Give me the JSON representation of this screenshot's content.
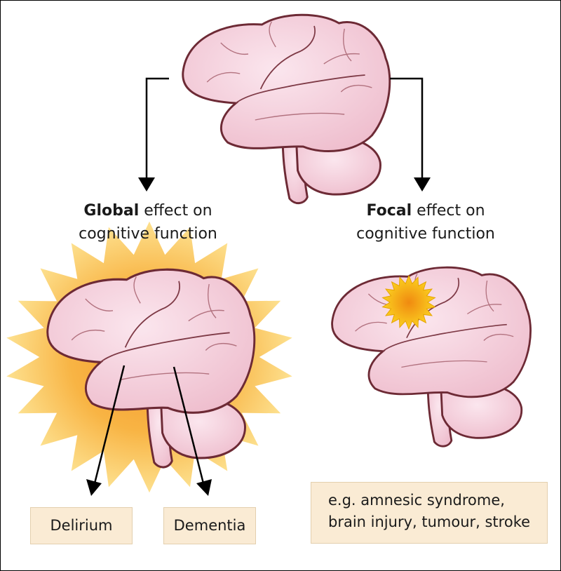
{
  "global": {
    "label_bold": "Global",
    "label_rest": " effect on",
    "label_line2": "cognitive function"
  },
  "focal": {
    "label_bold": "Focal",
    "label_rest": " effect on",
    "label_line2": "cognitive function"
  },
  "outcomes": {
    "delirium": "Delirium",
    "dementia": "Dementia"
  },
  "example": {
    "line1": "e.g. amnesic syndrome,",
    "line2": "brain injury, tumour, stroke"
  },
  "colors": {
    "brain_fill": "#f6d3df",
    "brain_outline": "#6d2a35",
    "burst_outer": "#fbd27a",
    "burst_inner": "#f7a23a",
    "box_fill": "#faebd4",
    "arrow": "#000000"
  },
  "icons": [
    "brain-illustration",
    "starburst-icon",
    "arrow-down-icon"
  ]
}
